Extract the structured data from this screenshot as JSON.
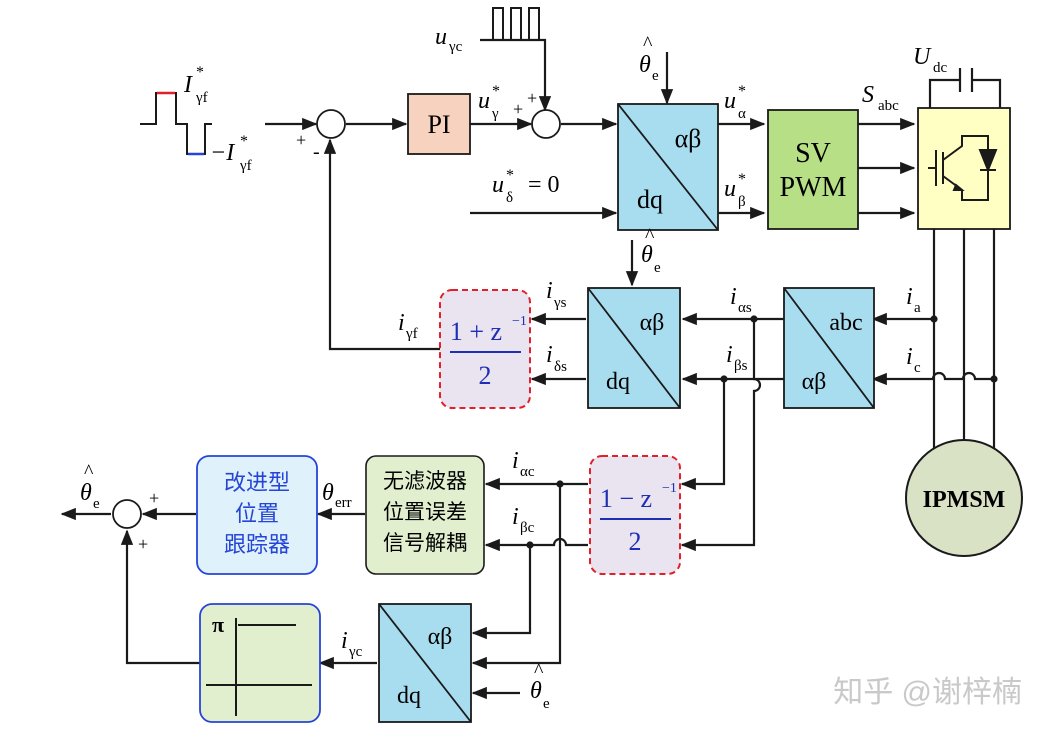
{
  "colors": {
    "pi_fill": "#f7d3bf",
    "transform_fill": "#a8dcef",
    "svpwm_fill": "#b7df86",
    "inverter_fill": "#ffffc4",
    "filter_fill": "#eae3f0",
    "filter_border": "#e0202a",
    "filter_text": "#1f2fb5",
    "observer_fill": "#dff1fb",
    "observer_border": "#2645d6",
    "observer_text": "#2645d6",
    "decouple_fill": "#e1efcf",
    "motor_fill": "#d9e2c4",
    "inject_red": "#e0202a",
    "inject_blue": "#2645d6",
    "watermark": "#c9c9c9"
  },
  "blocks": {
    "pi": "PI",
    "svpwm_line1": "SV",
    "svpwm_line2": "PWM",
    "park_inv_top": "αβ",
    "park_inv_bottom": "dq",
    "park_fb_top": "αβ",
    "park_fb_bottom": "dq",
    "clarke_top": "abc",
    "clarke_bottom": "αβ",
    "park_c_top": "αβ",
    "park_c_bottom": "dq",
    "lpf_num": "1 + z",
    "lpf_exp": "−1",
    "lpf_den": "2",
    "hpf_num": "1 − z",
    "hpf_exp": "−1",
    "hpf_den": "2",
    "decouple_l1": "无滤波器",
    "decouple_l2": "位置误差",
    "decouple_l3": "信号解耦",
    "observer_l1": "改进型",
    "observer_l2": "位置",
    "observer_l3": "跟踪器",
    "quadrant_pi": "π",
    "motor": "IPMSM"
  },
  "signals": {
    "i_gf_ref": "I",
    "i_gf_ref_sub": "γf",
    "i_gf_ref_neg": "−I",
    "u_gc": "u",
    "u_gc_sub": "γc",
    "u_g_ref": "u",
    "u_g_ref_sub": "γ",
    "u_d_ref_eq": "= 0",
    "u_d_sub": "δ",
    "u_alpha": "u",
    "u_alpha_sub": "α",
    "u_beta": "u",
    "u_beta_sub": "β",
    "theta_hat": "θ",
    "theta_sub": "e",
    "s_abc": "S",
    "s_abc_sub": "abc",
    "u_dc": "U",
    "u_dc_sub": "dc",
    "i_a": "i",
    "i_a_sub": "a",
    "i_c": "i",
    "i_c_sub": "c",
    "i_as": "i",
    "i_as_sub": "αs",
    "i_bs": "i",
    "i_bs_sub": "βs",
    "i_gs": "i",
    "i_gs_sub": "γs",
    "i_ds": "i",
    "i_ds_sub": "δs",
    "i_gf": "i",
    "i_gf_sub": "γf",
    "i_ac": "i",
    "i_ac_sub": "αc",
    "i_bc": "i",
    "i_bc_sub": "βc",
    "i_gc": "i",
    "i_gc_sub": "γc",
    "theta_err": "θ",
    "theta_err_sub": "err",
    "star": "*",
    "plus": "+",
    "minus": "-"
  },
  "watermark": "知乎 @谢梓楠"
}
